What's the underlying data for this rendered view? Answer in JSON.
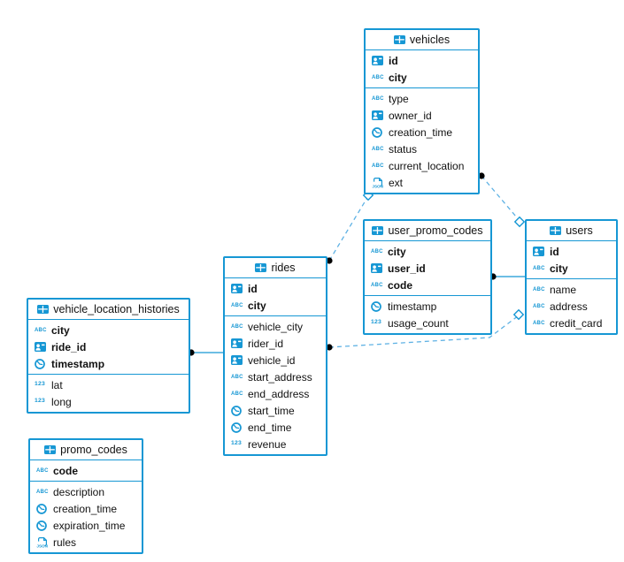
{
  "colors": {
    "accent": "#1697d4",
    "dashed_line": "#5fb2e4",
    "marker_dot": "#000000",
    "text": "#111111",
    "background": "#ffffff"
  },
  "diagram": {
    "tables": [
      {
        "id": "vehicles",
        "name": "vehicles",
        "header_icon": "table-grid-icon",
        "primary_columns": [
          {
            "name": "id",
            "icon": "id-badge-icon"
          },
          {
            "name": "city",
            "icon": "abc-icon"
          }
        ],
        "columns": [
          {
            "name": "type",
            "icon": "abc-icon"
          },
          {
            "name": "owner_id",
            "icon": "id-badge-icon"
          },
          {
            "name": "creation_time",
            "icon": "clock-icon"
          },
          {
            "name": "status",
            "icon": "abc-icon"
          },
          {
            "name": "current_location",
            "icon": "abc-icon"
          },
          {
            "name": "ext",
            "icon": "json-icon"
          }
        ]
      },
      {
        "id": "user_promo_codes",
        "name": "user_promo_codes",
        "header_icon": "table-grid-icon",
        "primary_columns": [
          {
            "name": "city",
            "icon": "abc-icon"
          },
          {
            "name": "user_id",
            "icon": "id-badge-icon"
          },
          {
            "name": "code",
            "icon": "abc-icon"
          }
        ],
        "columns": [
          {
            "name": "timestamp",
            "icon": "clock-icon"
          },
          {
            "name": "usage_count",
            "icon": "number-123-icon"
          }
        ]
      },
      {
        "id": "users",
        "name": "users",
        "header_icon": "table-grid-icon",
        "primary_columns": [
          {
            "name": "id",
            "icon": "id-badge-icon"
          },
          {
            "name": "city",
            "icon": "abc-icon"
          }
        ],
        "columns": [
          {
            "name": "name",
            "icon": "abc-icon"
          },
          {
            "name": "address",
            "icon": "abc-icon"
          },
          {
            "name": "credit_card",
            "icon": "abc-icon"
          }
        ]
      },
      {
        "id": "rides",
        "name": "rides",
        "header_icon": "table-grid-icon",
        "primary_columns": [
          {
            "name": "id",
            "icon": "id-badge-icon"
          },
          {
            "name": "city",
            "icon": "abc-icon"
          }
        ],
        "columns": [
          {
            "name": "vehicle_city",
            "icon": "abc-icon"
          },
          {
            "name": "rider_id",
            "icon": "id-badge-icon"
          },
          {
            "name": "vehicle_id",
            "icon": "id-badge-icon"
          },
          {
            "name": "start_address",
            "icon": "abc-icon"
          },
          {
            "name": "end_address",
            "icon": "abc-icon"
          },
          {
            "name": "start_time",
            "icon": "clock-icon"
          },
          {
            "name": "end_time",
            "icon": "clock-icon"
          },
          {
            "name": "revenue",
            "icon": "number-123-icon"
          }
        ]
      },
      {
        "id": "vehicle_location_histories",
        "name": "vehicle_location_histories",
        "header_icon": "table-grid-icon",
        "primary_columns": [
          {
            "name": "city",
            "icon": "abc-icon"
          },
          {
            "name": "ride_id",
            "icon": "id-badge-icon"
          },
          {
            "name": "timestamp",
            "icon": "clock-icon"
          }
        ],
        "columns": [
          {
            "name": "lat",
            "icon": "number-123-icon"
          },
          {
            "name": "long",
            "icon": "number-123-icon"
          }
        ]
      },
      {
        "id": "promo_codes",
        "name": "promo_codes",
        "header_icon": "table-grid-icon",
        "primary_columns": [
          {
            "name": "code",
            "icon": "abc-icon"
          }
        ],
        "columns": [
          {
            "name": "description",
            "icon": "abc-icon"
          },
          {
            "name": "creation_time",
            "icon": "clock-icon"
          },
          {
            "name": "expiration_time",
            "icon": "clock-icon"
          },
          {
            "name": "rules",
            "icon": "json-icon"
          }
        ]
      }
    ],
    "relations": [
      {
        "from": "vehicle_location_histories",
        "to": "rides",
        "style": "solid"
      },
      {
        "from": "user_promo_codes",
        "to": "users",
        "style": "solid"
      },
      {
        "from": "rides",
        "to": "vehicles",
        "style": "dashed"
      },
      {
        "from": "vehicles",
        "to": "users",
        "style": "dashed"
      },
      {
        "from": "rides",
        "to": "users",
        "style": "dashed"
      }
    ]
  }
}
